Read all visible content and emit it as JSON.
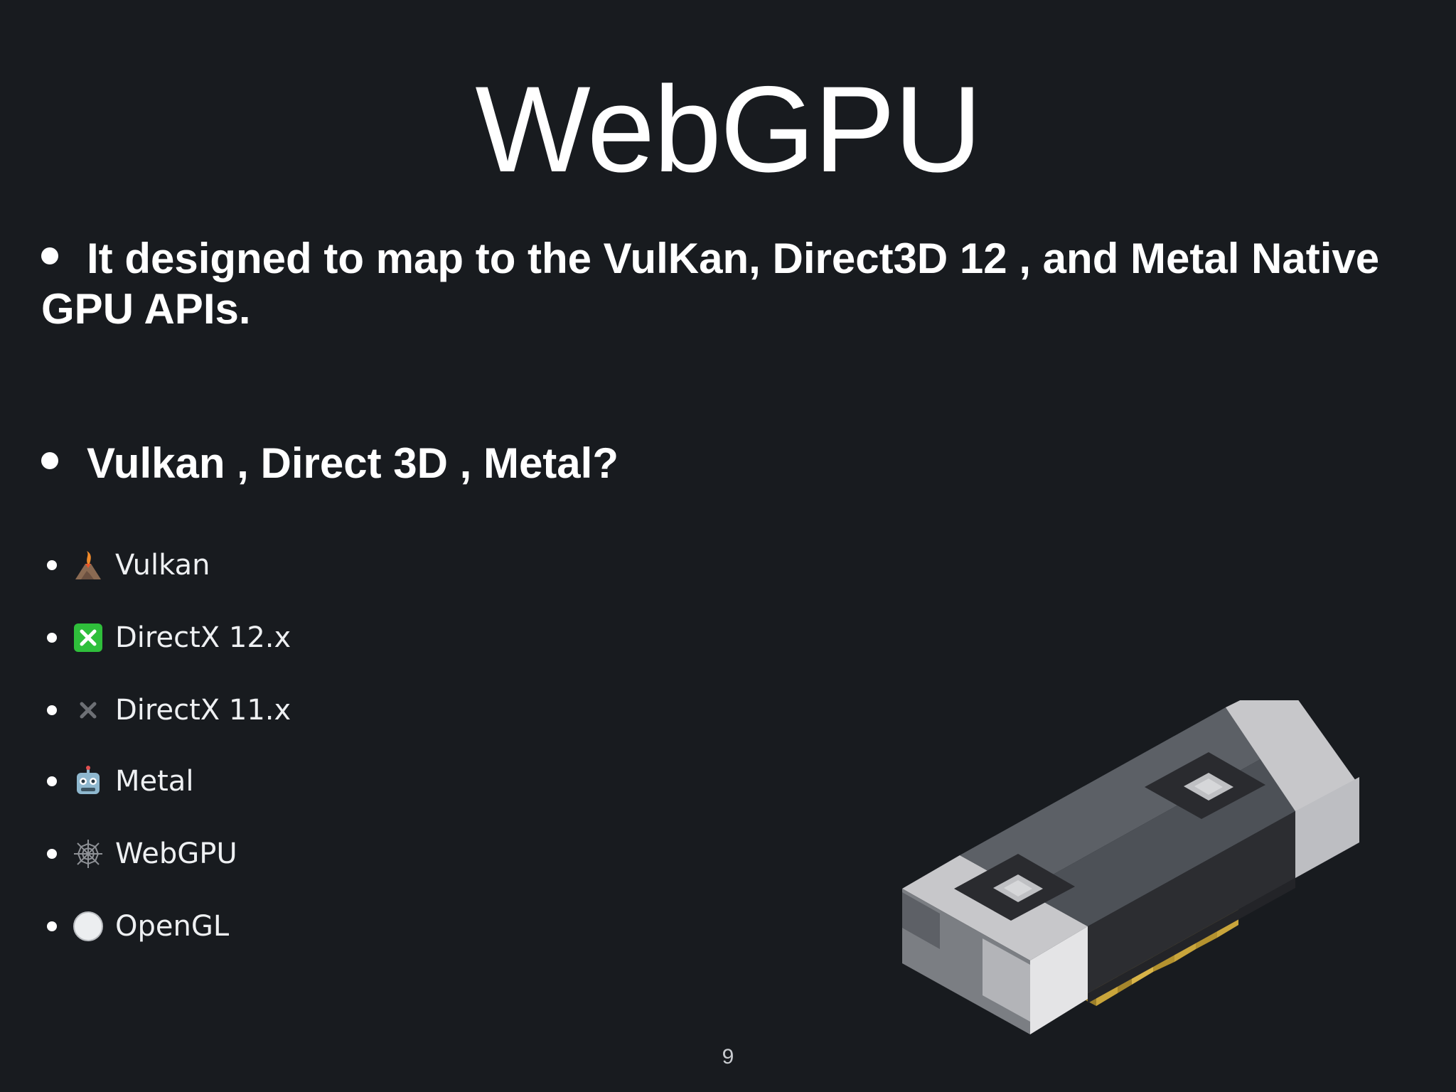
{
  "slide": {
    "title": "WebGPU",
    "bullets": [
      "It designed to map to the VulKan, Direct3D 12 , and Metal Native GPU APIs.",
      "Vulkan , Direct 3D , Metal?"
    ],
    "api_list": [
      {
        "label": "Vulkan",
        "icon": "volcano-icon"
      },
      {
        "label": "DirectX 12.x",
        "icon": "green-x-icon"
      },
      {
        "label": "DirectX 11.x",
        "icon": "gray-x-icon"
      },
      {
        "label": "Metal",
        "icon": "robot-icon"
      },
      {
        "label": "WebGPU",
        "icon": "spider-web-icon"
      },
      {
        "label": "OpenGL",
        "icon": "white-circle-icon"
      }
    ],
    "page_number": "9"
  },
  "colors": {
    "background": "#181b1f",
    "text": "#ffffff",
    "chip_body": "#5c6066",
    "chip_light": "#c7c7ca",
    "chip_dark": "#2c2d31",
    "chip_pins": "#c9a53b"
  }
}
